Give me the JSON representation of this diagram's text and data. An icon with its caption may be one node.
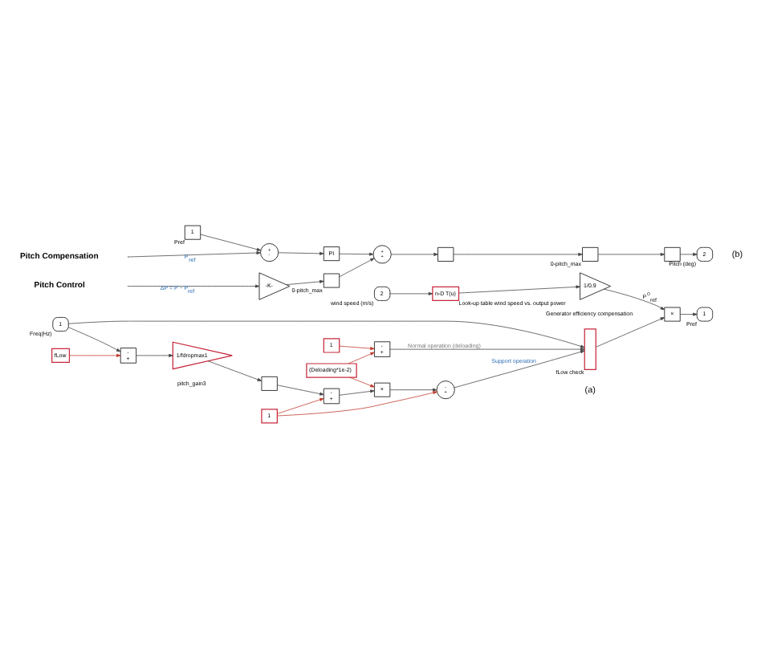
{
  "diagram": {
    "nodes": [
      {
        "text": [
          "2"
        ],
        "beside": [
          "wind speed (m/s)"
        ]
      },
      {
        "text": [
          "n-D T(u)"
        ],
        "beside": [
          "Look-up table wind speed vs. output power"
        ]
      },
      {
        "text": [
          "1/0.9"
        ],
        "beside": [
          "Generator efficiency compensation"
        ]
      },
      {
        "text": [
          "×"
        ]
      },
      {
        "text": [
          "1"
        ],
        "beside": [
          "Pref"
        ]
      },
      {
        "text": [
          "1"
        ],
        "beside": [
          "Freq(Hz)"
        ]
      },
      {
        "text": [
          "1"
        ]
      },
      {
        "text": [
          "-",
          "+"
        ]
      },
      {
        "text": [],
        "shape": "box",
        "beside": [
          "fLow check"
        ]
      },
      {
        "text": [
          "fLow"
        ]
      },
      {
        "text": [
          "-",
          "+"
        ]
      },
      {
        "text": [
          "1/fdropmax1"
        ],
        "beside": [
          "pitch_gain3"
        ]
      },
      {
        "text": [],
        "shape": "box"
      },
      {
        "text": [
          "-",
          "+"
        ]
      },
      {
        "text": [
          "×"
        ]
      },
      {
        "text": [
          "(Deloading*1e-2)"
        ]
      },
      {
        "text": [
          "1"
        ]
      },
      {
        "text": [
          "-",
          "+"
        ]
      },
      {
        "text": [
          "-K-"
        ]
      },
      {
        "text": [],
        "shape": "box",
        "beside": [
          "0-pitch_max"
        ]
      },
      {
        "text": [
          "+",
          "+"
        ]
      },
      {
        "text": [],
        "shape": "box"
      },
      {
        "text": [],
        "shape": "box",
        "beside": [
          "0-pitch_max"
        ]
      },
      {
        "text": [],
        "shape": "box"
      },
      {
        "text": [
          "2"
        ],
        "beside": [
          "Pitch (deg)"
        ]
      },
      {
        "text": [
          "+",
          "-"
        ]
      },
      {
        "text": [
          "PI"
        ]
      },
      {
        "text": [
          "1"
        ],
        "beside": [
          "Pref"
        ]
      }
    ],
    "edges": [
      {
        "from": 0,
        "to": 1,
        "arrow": "to"
      },
      {
        "from": 1,
        "to": 2,
        "arrow": "to"
      },
      {
        "from": 2,
        "to": 3,
        "arrow": "to",
        "label": "P$^{o}$$_{ref}$"
      },
      {
        "from": 3,
        "to": 4,
        "arrow": "to"
      },
      {
        "from": 15,
        "to": 7,
        "arrow": "to",
        "color": "#c0392b"
      },
      {
        "from": 6,
        "to": 7,
        "arrow": "to",
        "color": "#c0392b"
      },
      {
        "from": 7,
        "to": 8,
        "arrow": "to",
        "label": "Normal operation (deloading)"
      },
      {
        "from": 5,
        "to": 8,
        "arrow": "to"
      },
      {
        "from": 8,
        "to": 3,
        "arrow": "to"
      },
      {
        "from": 5,
        "to": 10,
        "arrow": "to"
      },
      {
        "from": 9,
        "to": 10,
        "arrow": "to",
        "color": "#c0392b"
      },
      {
        "from": 10,
        "to": 11,
        "arrow": "to"
      },
      {
        "from": 11,
        "to": 12,
        "arrow": "to"
      },
      {
        "from": 12,
        "to": 13,
        "arrow": "to"
      },
      {
        "from": 16,
        "to": 13,
        "arrow": "to",
        "color": "#c0392b"
      },
      {
        "from": 13,
        "to": 14,
        "arrow": "to"
      },
      {
        "from": 15,
        "to": 14,
        "arrow": "to",
        "color": "#c0392b"
      },
      {
        "from": 14,
        "to": 17,
        "arrow": "to"
      },
      {
        "from": 16,
        "to": 17,
        "arrow": "to",
        "color": "#c0392b"
      },
      {
        "from": 17,
        "to": 8,
        "arrow": "to",
        "label": "Support operation"
      },
      {
        "from": null,
        "to": 18,
        "arrow": "to",
        "label": "ΔP = P − P$_{ref}$"
      },
      {
        "from": 18,
        "to": 19,
        "arrow": "to"
      },
      {
        "from": 19,
        "to": 20,
        "arrow": "to"
      },
      {
        "from": 20,
        "to": 21,
        "arrow": "to"
      },
      {
        "from": 21,
        "to": 22,
        "arrow": "to"
      },
      {
        "from": 22,
        "to": 23,
        "arrow": "to"
      },
      {
        "from": 23,
        "to": 24,
        "arrow": "to"
      },
      {
        "from": null,
        "to": 25,
        "arrow": "to",
        "label": "P$_{ref}$"
      },
      {
        "from": 25,
        "to": 26,
        "arrow": "to"
      },
      {
        "from": 26,
        "to": 20,
        "arrow": "to"
      },
      {
        "from": 27,
        "to": 25,
        "arrow": "to"
      }
    ],
    "labels": [
      "(a)",
      "Pitch Control",
      "Pitch Compensation",
      "(b)"
    ]
  }
}
